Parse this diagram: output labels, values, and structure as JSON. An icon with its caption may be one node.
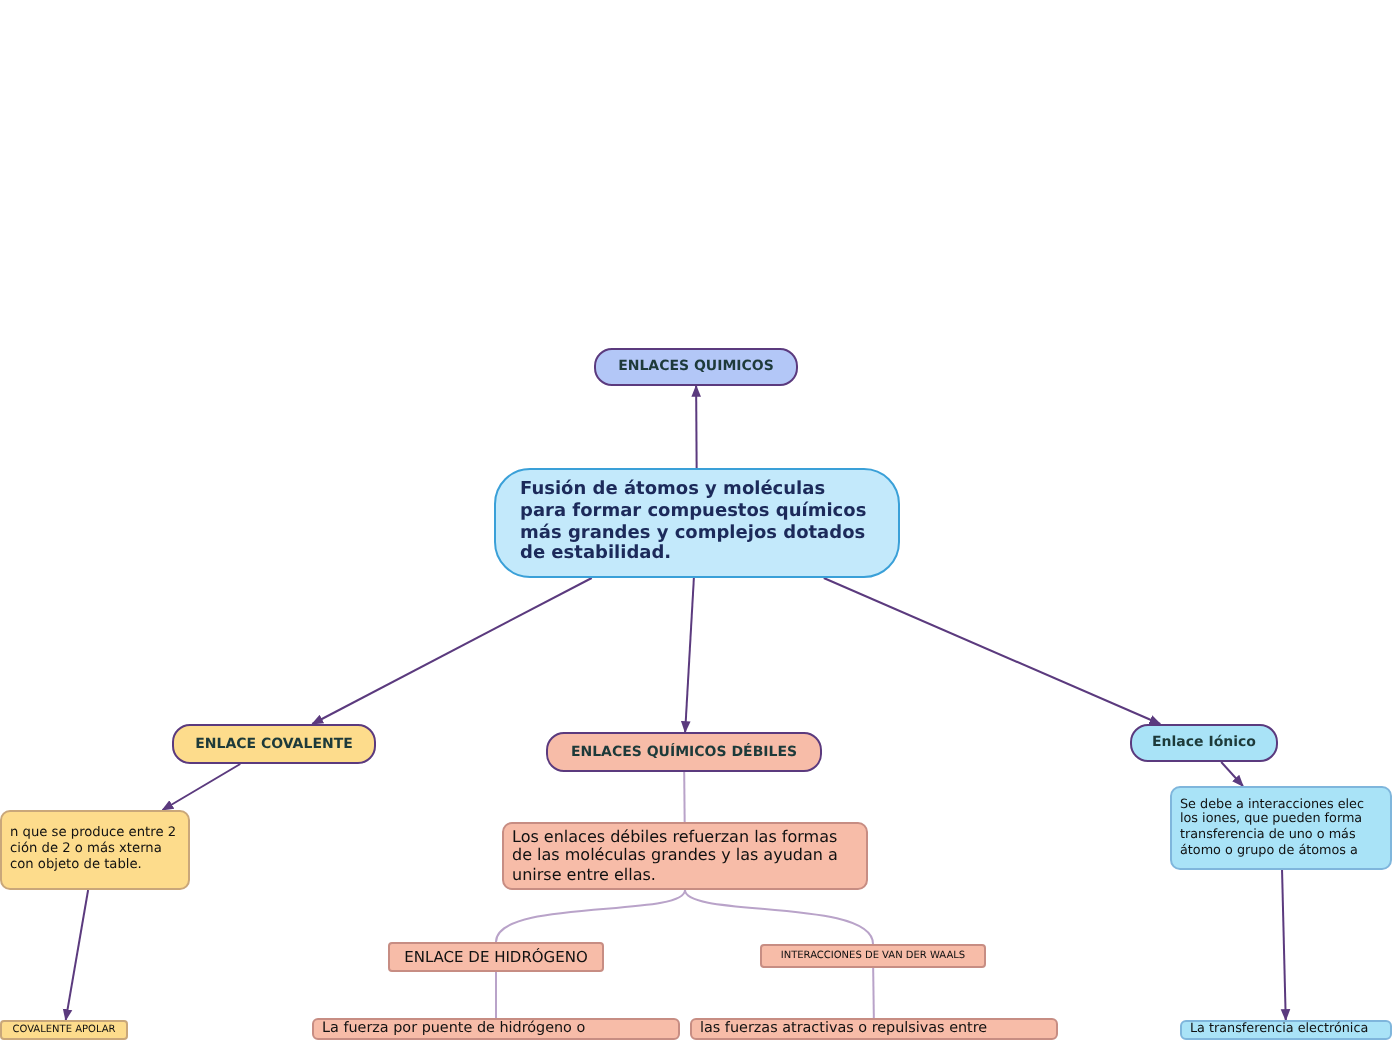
{
  "diagram": {
    "nodes": [
      {
        "text": [
          "ENLACES QUIMICOS"
        ]
      },
      {
        "text": [
          "Fusión de átomos y moléculas para formar compuestos químicos más grandes y complejos dotados de estabilidad."
        ]
      },
      {
        "text": [
          "ENLACE COVALENTE"
        ]
      },
      {
        "text": [
          "ENLACES QUÍMICOS DÉBILES"
        ]
      },
      {
        "text": [
          "Enlace Iónico"
        ]
      },
      {
        "text": [
          "n que se produce entre 2 ción de 2 o más xterna con objeto de table."
        ]
      },
      {
        "text": [
          "COVALENTE APOLAR"
        ]
      },
      {
        "text": [
          "Los enlaces débiles refuerzan las formas de las moléculas grandes y las ayudan a unirse entre ellas."
        ]
      },
      {
        "text": [
          "ENLACE DE HIDRÓGENO"
        ]
      },
      {
        "text": [
          "INTERACCIONES DE VAN DER WAALS"
        ]
      },
      {
        "text": [
          "La fuerza por puente de hidrógeno o"
        ]
      },
      {
        "text": [
          "las fuerzas atractivas o repulsivas entre"
        ]
      },
      {
        "text": [
          "Se debe a interacciones elec los iones, que pueden forma transferencia de uno o más átomo o grupo de átomos a"
        ]
      },
      {
        "text": [
          "La transferencia electrónica"
        ]
      }
    ],
    "edges": [
      {
        "from": 1,
        "to": 0,
        "arrow": "to"
      },
      {
        "from": 1,
        "to": 2,
        "arrow": "to"
      },
      {
        "from": 1,
        "to": 3,
        "arrow": "to"
      },
      {
        "from": 1,
        "to": 4,
        "arrow": "to"
      },
      {
        "from": 2,
        "to": 5,
        "arrow": "to"
      },
      {
        "from": 5,
        "to": 6,
        "arrow": "to"
      },
      {
        "from": 3,
        "to": 7,
        "arrow": "none",
        "color": "#b9a3c9"
      },
      {
        "from": 7,
        "to": 8,
        "arrow": "none",
        "color": "#b9a3c9"
      },
      {
        "from": 7,
        "to": 9,
        "arrow": "none",
        "color": "#b9a3c9"
      },
      {
        "from": 8,
        "to": 10,
        "arrow": "none",
        "color": "#b9a3c9"
      },
      {
        "from": 9,
        "to": 11,
        "arrow": "none",
        "color": "#b9a3c9"
      },
      {
        "from": 4,
        "to": 12,
        "arrow": "to"
      },
      {
        "from": 12,
        "to": 13,
        "arrow": "to"
      }
    ]
  }
}
